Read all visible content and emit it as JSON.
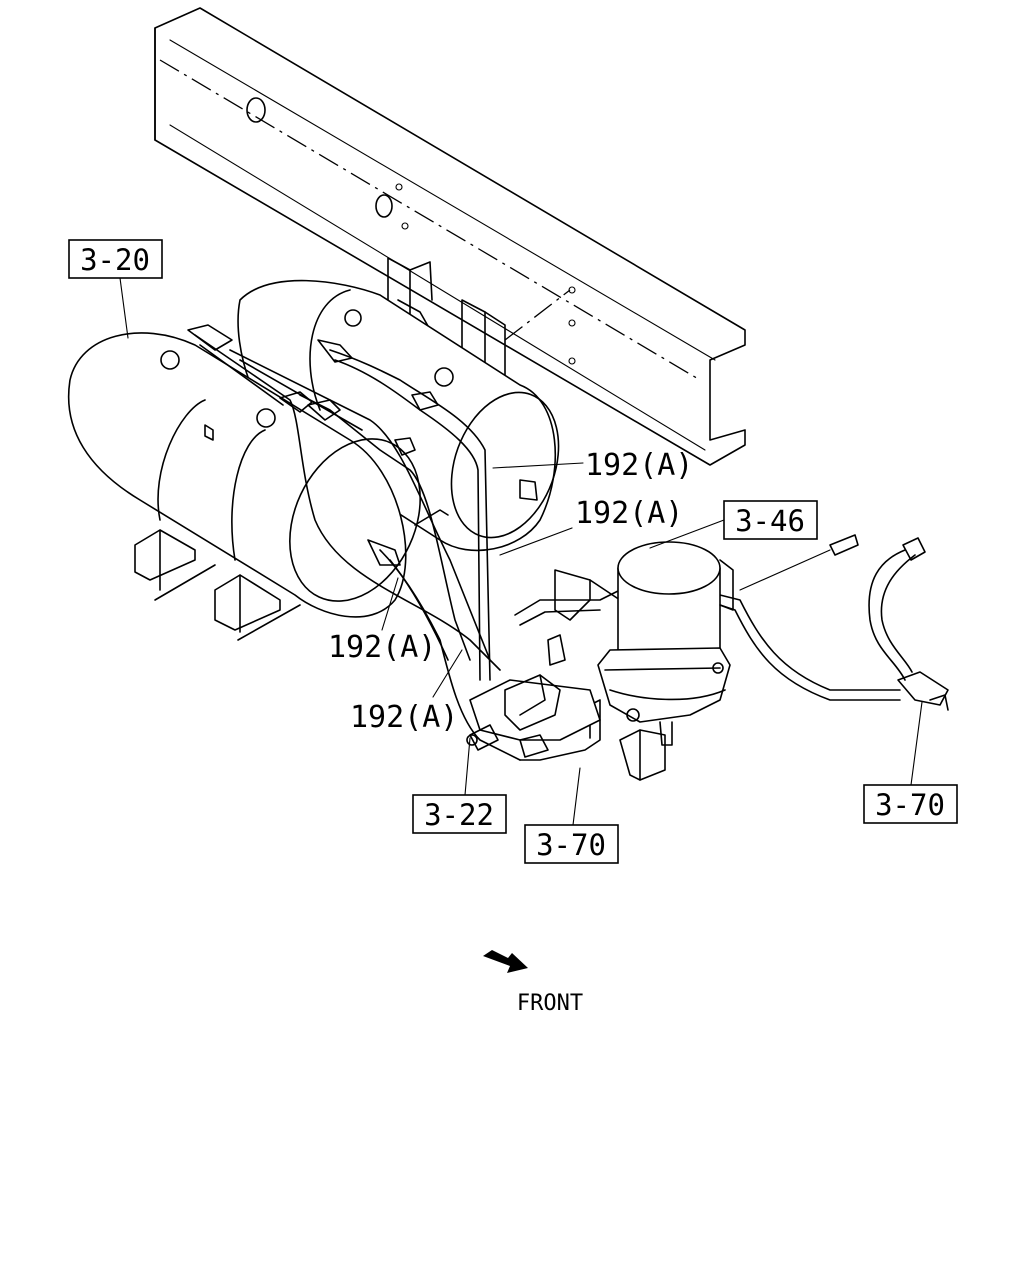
{
  "callouts": {
    "ref_3_20": "3-20",
    "ref_3_46": "3-46",
    "ref_3_22": "3-22",
    "ref_3_70_center": "3-70",
    "ref_3_70_right": "3-70",
    "pipe_1": "192(A)",
    "pipe_2": "192(A)",
    "pipe_3": "192(A)",
    "pipe_4": "192(A)"
  },
  "direction": {
    "label": "FRONT",
    "icon": "arrow-icon"
  }
}
